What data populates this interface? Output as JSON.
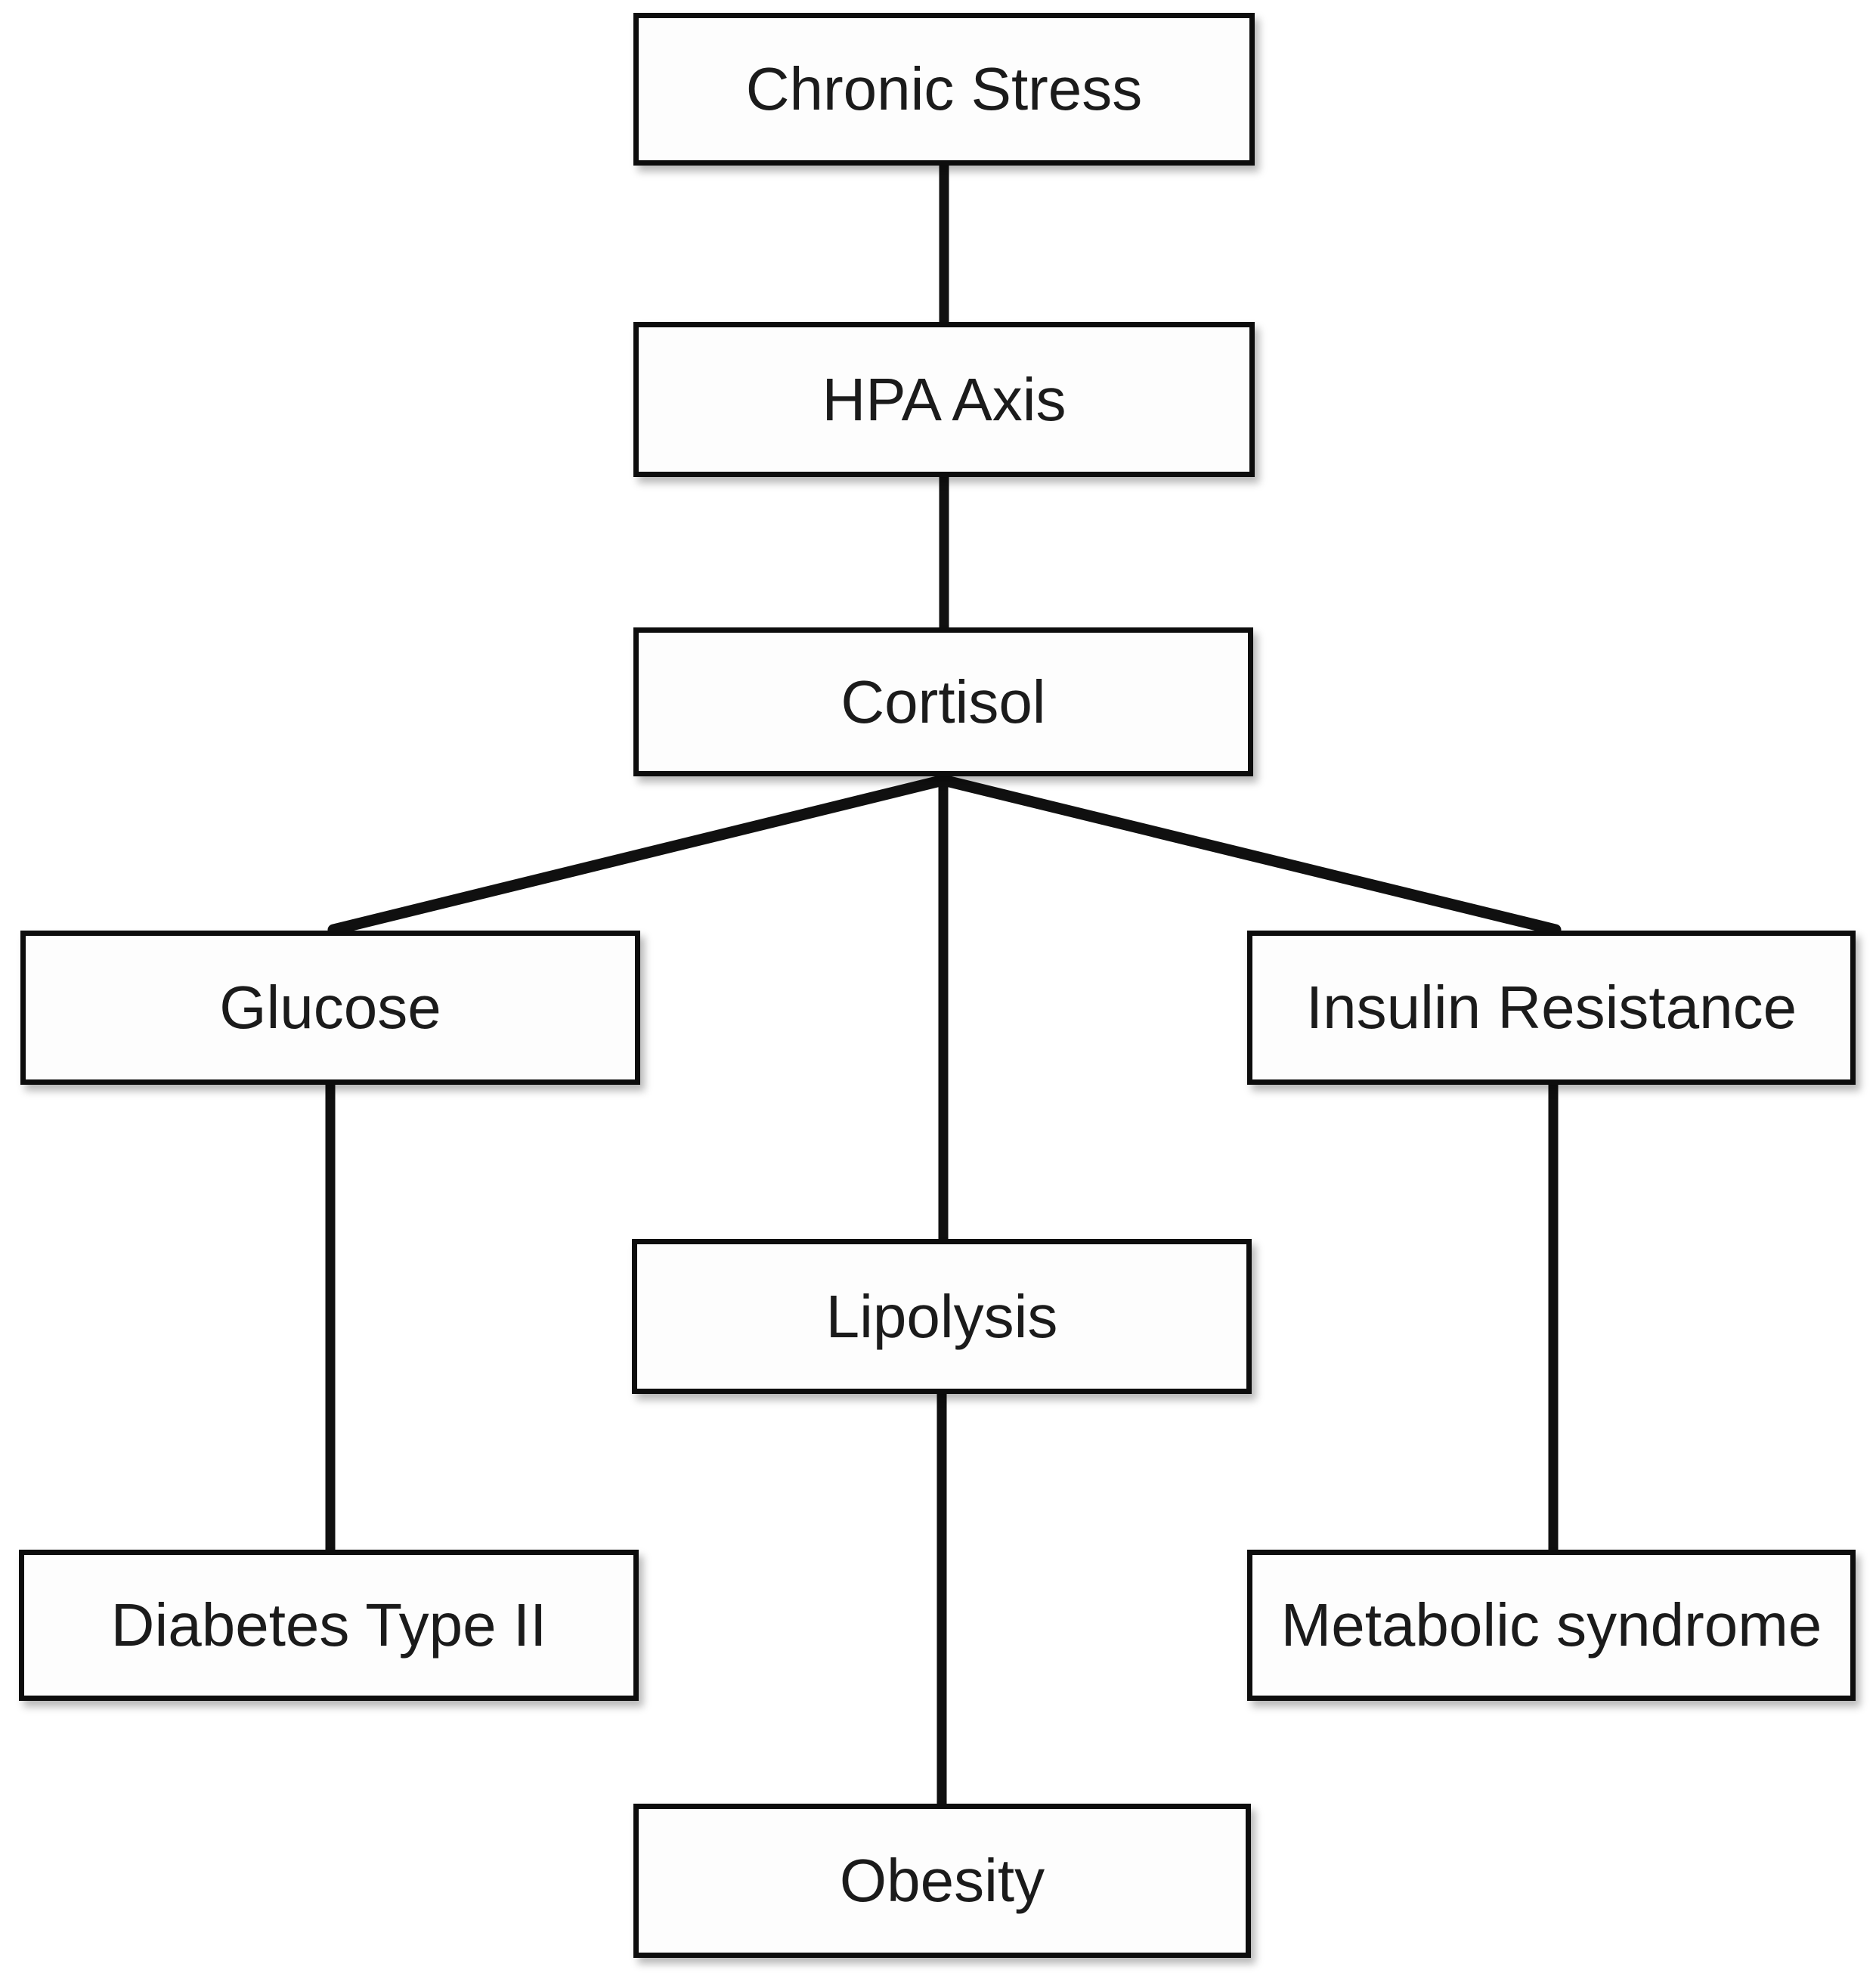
{
  "diagram": {
    "type": "flowchart",
    "background_color": "#ffffff",
    "box_border_color": "#0d0d0d",
    "box_fill_color": "#fdfdfd",
    "line_color": "#101010",
    "text_color": "#1b1b1b",
    "nodes": {
      "chronic_stress": {
        "label": "Chronic Stress"
      },
      "hpa_axis": {
        "label": "HPA Axis"
      },
      "cortisol": {
        "label": "Cortisol"
      },
      "glucose": {
        "label": "Glucose"
      },
      "insulin_resistance": {
        "label": "Insulin Resistance"
      },
      "lipolysis": {
        "label": "Lipolysis"
      },
      "diabetes_type_ii": {
        "label": "Diabetes Type II"
      },
      "metabolic_syndrome": {
        "label": "Metabolic syndrome"
      },
      "obesity": {
        "label": "Obesity"
      }
    },
    "edges": [
      {
        "from": "chronic_stress",
        "to": "hpa_axis"
      },
      {
        "from": "hpa_axis",
        "to": "cortisol"
      },
      {
        "from": "cortisol",
        "to": "glucose"
      },
      {
        "from": "cortisol",
        "to": "lipolysis"
      },
      {
        "from": "cortisol",
        "to": "insulin_resistance"
      },
      {
        "from": "glucose",
        "to": "diabetes_type_ii"
      },
      {
        "from": "lipolysis",
        "to": "obesity"
      },
      {
        "from": "insulin_resistance",
        "to": "metabolic_syndrome"
      }
    ]
  }
}
